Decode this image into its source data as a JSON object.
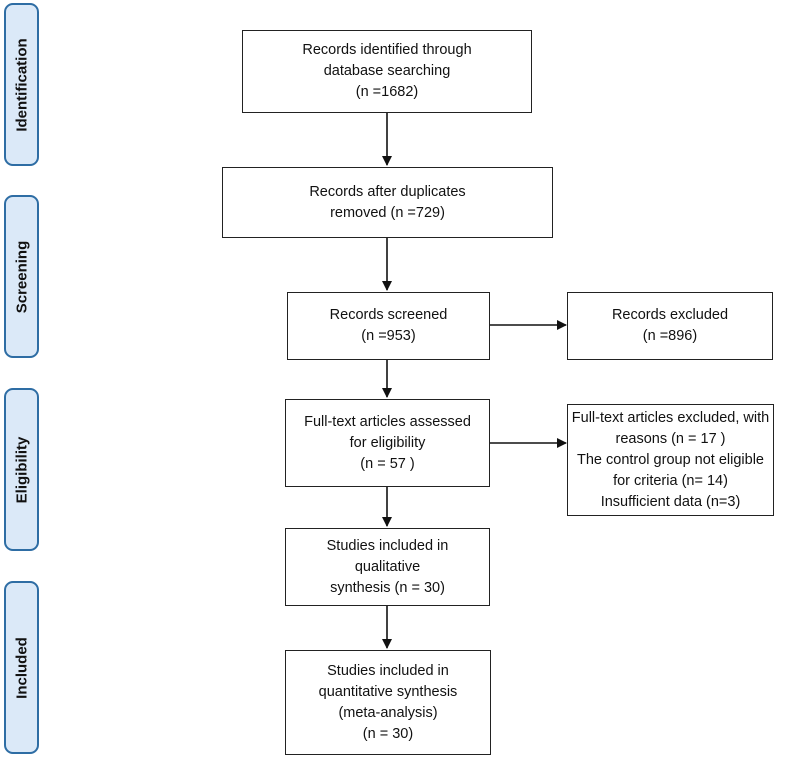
{
  "stages": [
    {
      "id": "identification",
      "label": "Identification"
    },
    {
      "id": "screening",
      "label": "Screening"
    },
    {
      "id": "eligibility",
      "label": "Eligibility"
    },
    {
      "id": "included",
      "label": "Included"
    }
  ],
  "boxes": {
    "identified": {
      "lines": [
        "Records identified through",
        "database searching",
        "(n =1682)"
      ]
    },
    "after_duplicates": {
      "lines": [
        "Records after duplicates",
        "removed (n =729)"
      ]
    },
    "screened": {
      "lines": [
        "Records screened",
        "(n =953)"
      ]
    },
    "excluded": {
      "lines": [
        "Records excluded",
        "(n =896)"
      ]
    },
    "fulltext_assessed": {
      "lines": [
        "Full-text articles assessed",
        "for eligibility",
        "(n = 57 )"
      ]
    },
    "fulltext_excluded": {
      "lines": [
        "Full-text articles excluded, with",
        "reasons (n = 17 )",
        "The control group not eligible",
        "for criteria (n= 14)",
        "Insufficient data (n=3)"
      ]
    },
    "qualitative": {
      "lines": [
        "Studies included in",
        "qualitative",
        "synthesis (n = 30)"
      ]
    },
    "quantitative": {
      "lines": [
        "Studies included in",
        "quantitative synthesis",
        "(meta-analysis)",
        "(n = 30)"
      ]
    }
  }
}
